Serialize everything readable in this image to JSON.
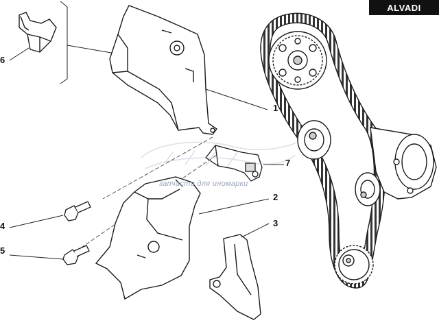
{
  "brand": {
    "label": "ALVADI"
  },
  "watermark": {
    "text": "запчасти для иномарки"
  },
  "callouts": [
    {
      "id": "1",
      "label": "1"
    },
    {
      "id": "2",
      "label": "2"
    },
    {
      "id": "3",
      "label": "3"
    },
    {
      "id": "4",
      "label": "4"
    },
    {
      "id": "5",
      "label": "5"
    },
    {
      "id": "6",
      "label": "6"
    },
    {
      "id": "7",
      "label": "7"
    }
  ],
  "colors": {
    "line": "#1a1a1a",
    "fill": "#ffffff",
    "shade": "#d9d9d9",
    "brand_bg": "#111111"
  }
}
